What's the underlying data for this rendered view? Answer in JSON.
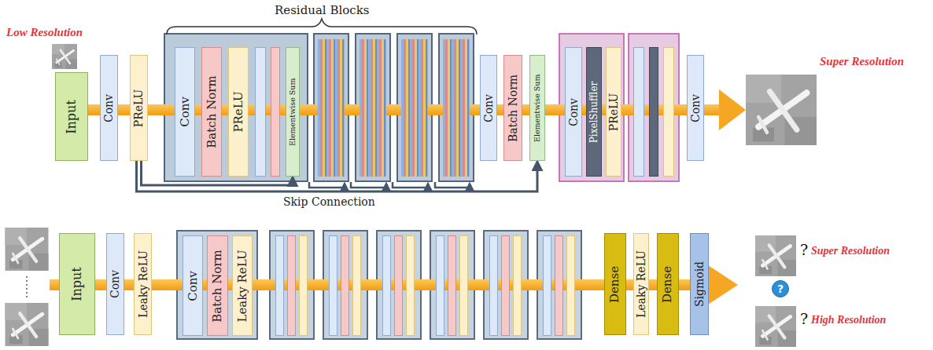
{
  "diagram": {
    "nodes": [
      {
        "text": [
          "Input"
        ]
      },
      {
        "text": [
          "Conv"
        ]
      },
      {
        "text": [
          "PReLU"
        ]
      },
      {
        "text": [
          "Conv"
        ]
      },
      {
        "text": [
          "Batch Norm"
        ]
      },
      {
        "text": [
          "PReLU"
        ]
      },
      {
        "text": [
          "Elementwise Sum"
        ]
      },
      {
        "text": [
          "Conv"
        ]
      },
      {
        "text": [
          "Batch Norm"
        ]
      },
      {
        "text": [
          "Elementwise Sum"
        ]
      },
      {
        "text": [
          "Conv"
        ]
      },
      {
        "text": [
          "PixelShuffler"
        ]
      },
      {
        "text": [
          "PReLU"
        ]
      },
      {
        "text": [
          "Conv"
        ]
      },
      {
        "text": [
          "Input"
        ]
      },
      {
        "text": [
          "Conv"
        ]
      },
      {
        "text": [
          "Leaky ReLU"
        ]
      },
      {
        "text": [
          "Conv"
        ]
      },
      {
        "text": [
          "Batch Norm"
        ]
      },
      {
        "text": [
          "Leaky ReLU"
        ]
      },
      {
        "text": [
          "Dense"
        ]
      },
      {
        "text": [
          "Leaky ReLU"
        ]
      },
      {
        "text": [
          "Dense"
        ]
      },
      {
        "text": [
          "Sigmoid"
        ]
      },
      {
        "text": [
          "?"
        ]
      }
    ],
    "edges": [
      {
        "from": 2,
        "to": 6,
        "arrow": "to"
      },
      {
        "from": 2,
        "to": 9,
        "arrow": "to"
      }
    ],
    "labels": [
      "Low Resolution",
      "Residual Blocks",
      "Super Resolution",
      "Skip Connection",
      "?",
      "Super Resolution",
      "?",
      "High Resolution"
    ]
  }
}
